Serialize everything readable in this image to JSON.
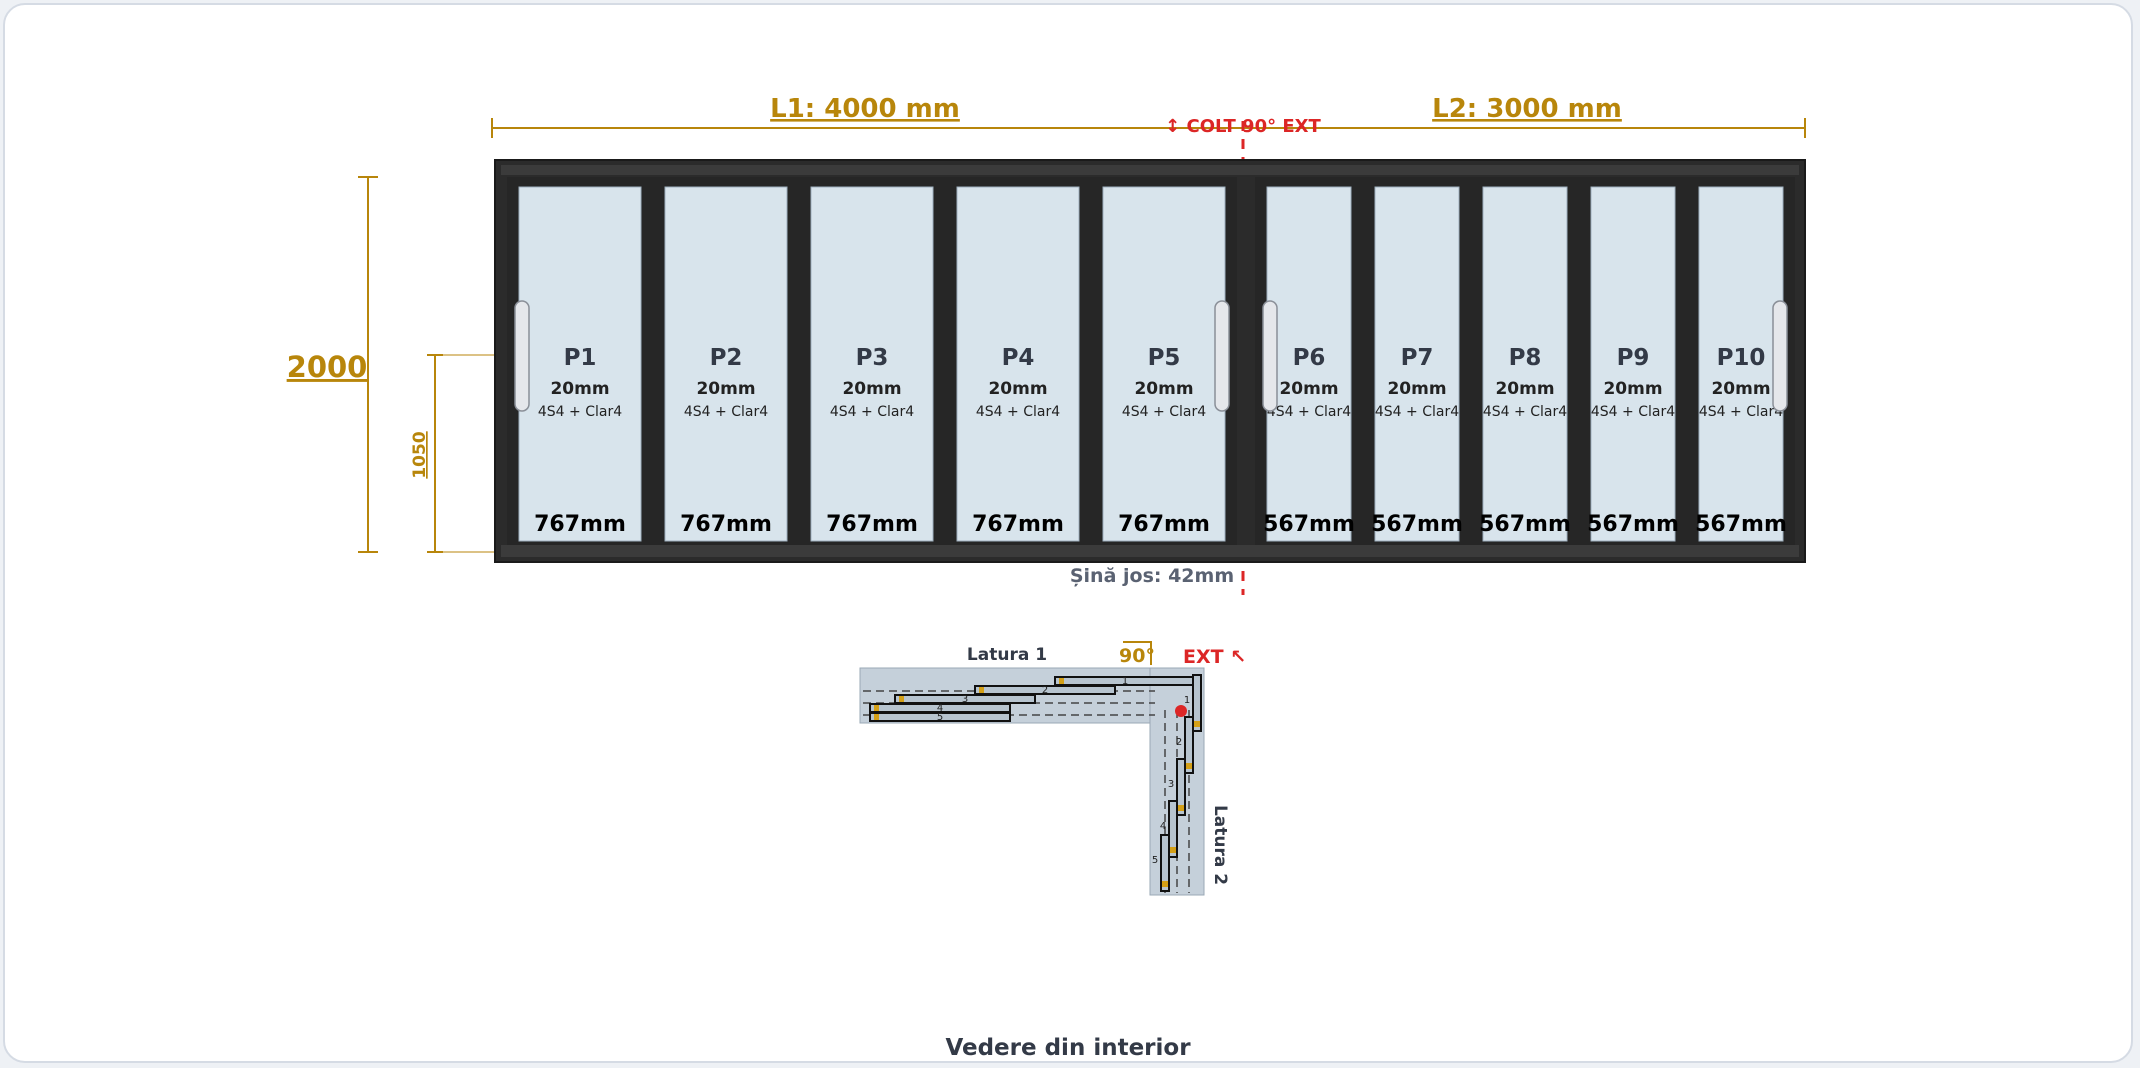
{
  "colors": {
    "dimension": "#b8860b",
    "corner": "#dc2626",
    "frame": "#2b2b2b",
    "glass": "#d8e4ec",
    "label": "#222222",
    "plan_fill": "#c5d0da"
  },
  "dimensions": {
    "l1_label": "L1: 4000 mm",
    "l2_label": "L2: 3000 mm",
    "height_label": "2000",
    "handle_height_label": "1050",
    "corner_label": "↕ COLT 90° EXT",
    "bottom_rail_label": "Șină jos: 42mm"
  },
  "panels": [
    {
      "id": "P1",
      "thickness": "20mm",
      "glass": "4S4 + Clar4",
      "width": "767mm",
      "side": 1,
      "handle": "left"
    },
    {
      "id": "P2",
      "thickness": "20mm",
      "glass": "4S4 + Clar4",
      "width": "767mm",
      "side": 1,
      "handle": ""
    },
    {
      "id": "P3",
      "thickness": "20mm",
      "glass": "4S4 + Clar4",
      "width": "767mm",
      "side": 1,
      "handle": ""
    },
    {
      "id": "P4",
      "thickness": "20mm",
      "glass": "4S4 + Clar4",
      "width": "767mm",
      "side": 1,
      "handle": ""
    },
    {
      "id": "P5",
      "thickness": "20mm",
      "glass": "4S4 + Clar4",
      "width": "767mm",
      "side": 1,
      "handle": "right"
    },
    {
      "id": "P6",
      "thickness": "20mm",
      "glass": "4S4 + Clar4",
      "width": "567mm",
      "side": 2,
      "handle": "left"
    },
    {
      "id": "P7",
      "thickness": "20mm",
      "glass": "4S4 + Clar4",
      "width": "567mm",
      "side": 2,
      "handle": ""
    },
    {
      "id": "P8",
      "thickness": "20mm",
      "glass": "4S4 + Clar4",
      "width": "567mm",
      "side": 2,
      "handle": ""
    },
    {
      "id": "P9",
      "thickness": "20mm",
      "glass": "4S4 + Clar4",
      "width": "567mm",
      "side": 2,
      "handle": ""
    },
    {
      "id": "P10",
      "thickness": "20mm",
      "glass": "4S4 + Clar4",
      "width": "567mm",
      "side": 2,
      "handle": "right"
    }
  ],
  "plan_view": {
    "side1_label": "Latura 1",
    "side2_label": "Latura 2",
    "angle_label": "90°",
    "ext_label": "EXT ↖",
    "side1_panel_numbers": [
      "1",
      "2",
      "3",
      "4",
      "5"
    ],
    "side2_panel_numbers": [
      "1",
      "2",
      "3",
      "4",
      "5"
    ]
  },
  "footer": {
    "view_label": "Vedere din interior"
  }
}
